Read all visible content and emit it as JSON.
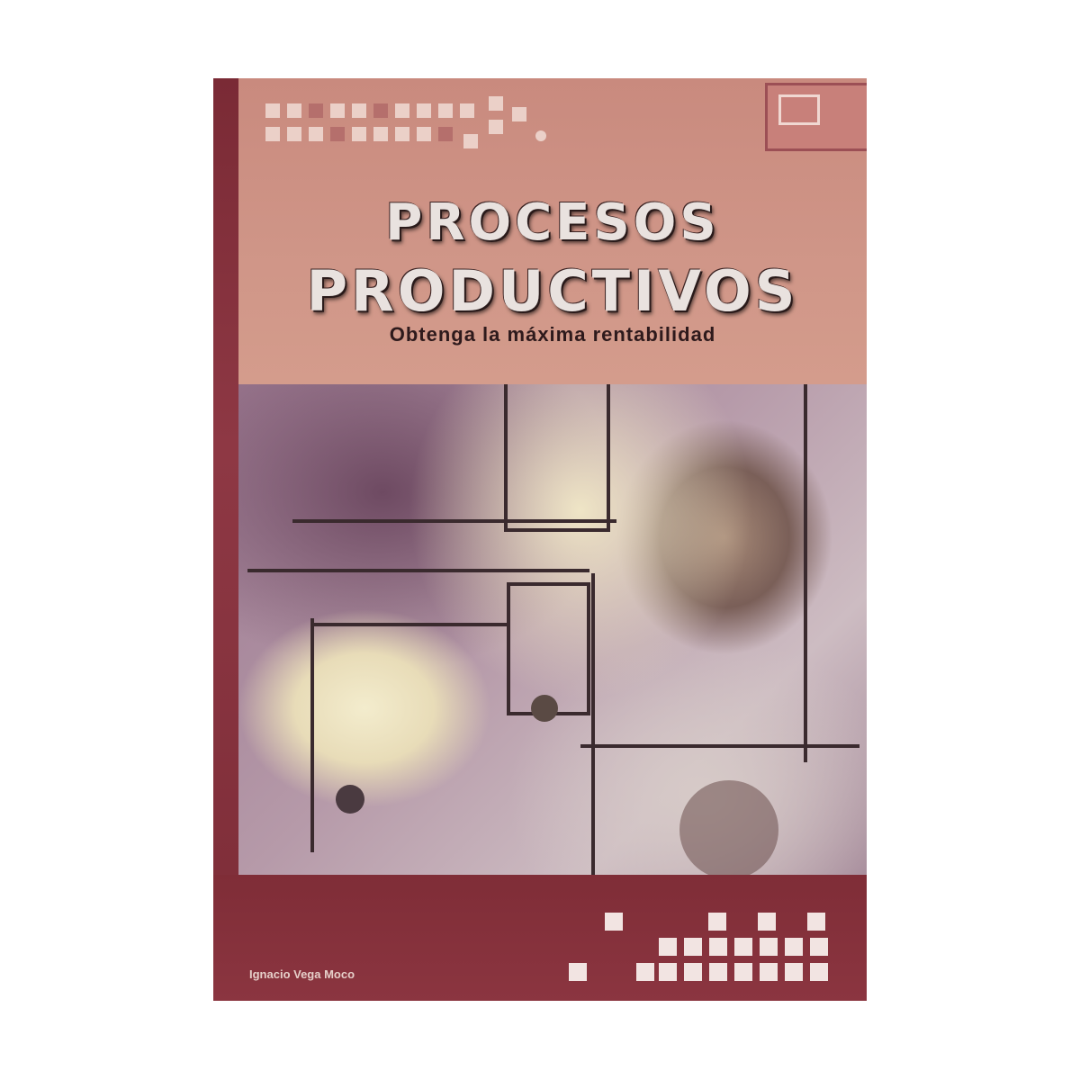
{
  "cover": {
    "title_line1": "PROCESOS",
    "title_line2": "PRODUCTIVOS",
    "subtitle": "Obtenga la máxima rentabilidad",
    "author": "Ignacio Vega Moco"
  },
  "colors": {
    "cover_base": "#8a3540",
    "top_panel": "#cf9587",
    "title_text": "#e9e2df",
    "subtitle_text": "#2e1a1c"
  }
}
